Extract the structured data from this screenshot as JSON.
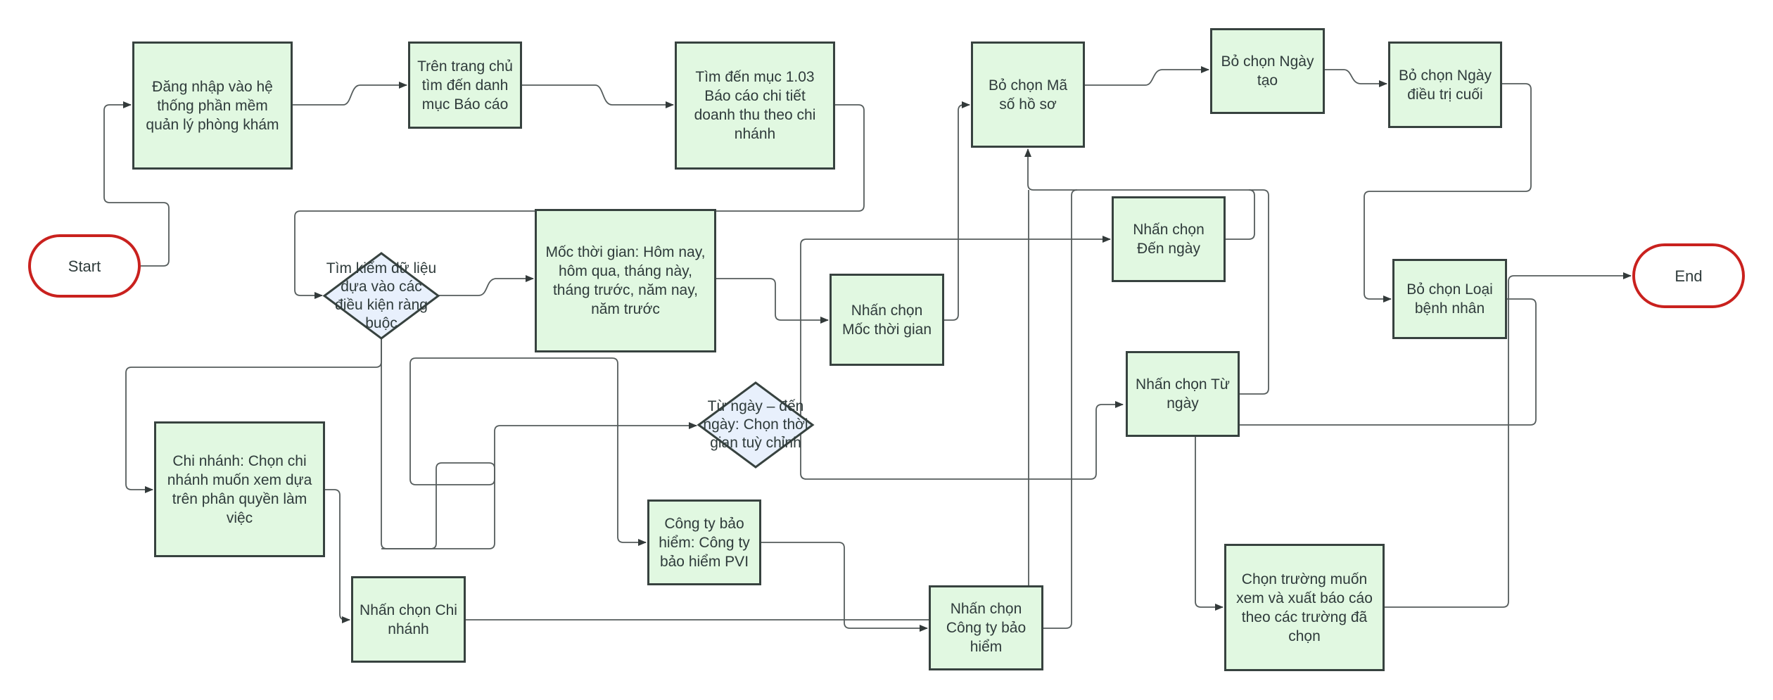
{
  "diagram": {
    "type": "flowchart",
    "colors": {
      "process_fill": "#e1f8e1",
      "process_border": "#37423f",
      "decision_fill": "#e8f0fc",
      "terminal_border": "#c9211e",
      "edge": "#555c5c",
      "text": "#2f3b3b"
    },
    "nodes": {
      "start": "Start",
      "end": "End",
      "login": "Đăng nhập vào hệ thống phần mềm quản lý phòng khám",
      "homepage_reports": "Trên trang chủ tìm đến danh mục Báo cáo",
      "report_103": "Tìm đến mục 1.03 Báo cáo chi tiết doanh thu theo chi nhánh",
      "search_decision": "Tìm kiếm dữ liệu dựa vào các điều kiện ràng buộc",
      "time_milestone_desc": "Mốc thời gian: Hôm nay, hôm qua, tháng này, tháng trước, năm nay, năm trước",
      "click_time_milestone": "Nhấn chọn Mốc thời gian",
      "date_range_decision": "Từ ngày – đến ngày: Chọn thời gian tuỳ chỉnh",
      "click_to_date": "Nhấn chọn Đến ngày",
      "click_from_date": "Nhấn chọn Từ ngày",
      "branch_desc": "Chi nhánh: Chọn chi nhánh muốn xem dựa trên phân quyền làm việc",
      "click_branch": "Nhấn chọn Chi nhánh",
      "insurance_desc": "Công ty bảo hiểm: Công ty bảo hiểm PVI",
      "click_insurance": "Nhấn chọn Công ty bảo hiểm",
      "uncheck_record_code": "Bỏ chọn Mã số hồ sơ",
      "uncheck_created_date": "Bỏ chọn Ngày tạo",
      "uncheck_last_treatment_date": "Bỏ chọn Ngày điều trị cuối",
      "uncheck_patient_type": "Bỏ chọn Loại bệnh nhân",
      "choose_fields_export": "Chọn trường muốn xem và xuất báo cáo theo các trường đã chọn"
    },
    "edges": [
      [
        "start",
        "login"
      ],
      [
        "login",
        "homepage_reports"
      ],
      [
        "homepage_reports",
        "report_103"
      ],
      [
        "report_103",
        "search_decision"
      ],
      [
        "search_decision",
        "time_milestone_desc"
      ],
      [
        "search_decision",
        "branch_desc"
      ],
      [
        "search_decision",
        "date_range_decision"
      ],
      [
        "search_decision",
        "insurance_desc"
      ],
      [
        "time_milestone_desc",
        "click_time_milestone"
      ],
      [
        "click_time_milestone",
        "uncheck_record_code"
      ],
      [
        "date_range_decision",
        "click_to_date"
      ],
      [
        "date_range_decision",
        "click_from_date"
      ],
      [
        "click_to_date",
        "uncheck_record_code"
      ],
      [
        "click_from_date",
        "uncheck_record_code"
      ],
      [
        "branch_desc",
        "click_branch"
      ],
      [
        "click_branch",
        "uncheck_record_code"
      ],
      [
        "insurance_desc",
        "click_insurance"
      ],
      [
        "click_insurance",
        "uncheck_record_code"
      ],
      [
        "uncheck_record_code",
        "uncheck_created_date"
      ],
      [
        "uncheck_created_date",
        "uncheck_last_treatment_date"
      ],
      [
        "uncheck_last_treatment_date",
        "uncheck_patient_type"
      ],
      [
        "uncheck_patient_type",
        "choose_fields_export"
      ],
      [
        "choose_fields_export",
        "end"
      ]
    ]
  }
}
